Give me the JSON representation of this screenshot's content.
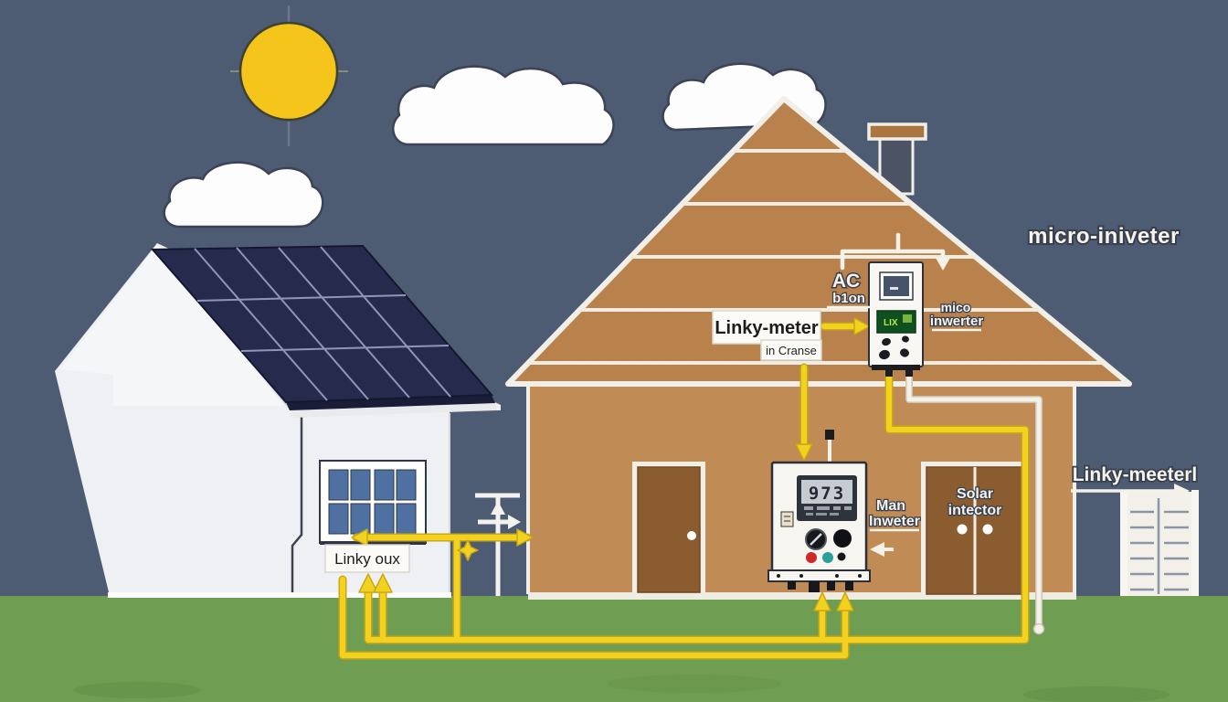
{
  "scene": {
    "description": "Cartoon diagram of rooftop solar panels with micro-inverter wiring between two houses",
    "sky_color": "#4d5b73",
    "grass_color": "#6f9d51",
    "sun_color": "#f6c51b",
    "roof_color": "#b9814c",
    "wall_color": "#c08b55",
    "panel_color": "#262b4e",
    "wire_yellow": "#f2d21f",
    "wire_white": "#f4f1e9"
  },
  "labels": {
    "micro_inverter_title": "micro-iniveter",
    "ac_line1": "AC",
    "ac_line2": "b1on",
    "micro_device_line1": "mico",
    "micro_device_line2": "inwerter",
    "linky_meter": "Linky-meter",
    "linky_meter_sub": "in Cranse",
    "main_inverter_line1": "Man",
    "main_inverter_line2": "Inweter",
    "solar_door_line1": "Solar",
    "solar_door_line2": "intector",
    "linky_meeter_right": "Linky-meeterl",
    "linky_oux": "Linky oux"
  },
  "devices": {
    "micro_inverter_screen": "LIX",
    "main_inverter_lcd": "973"
  }
}
